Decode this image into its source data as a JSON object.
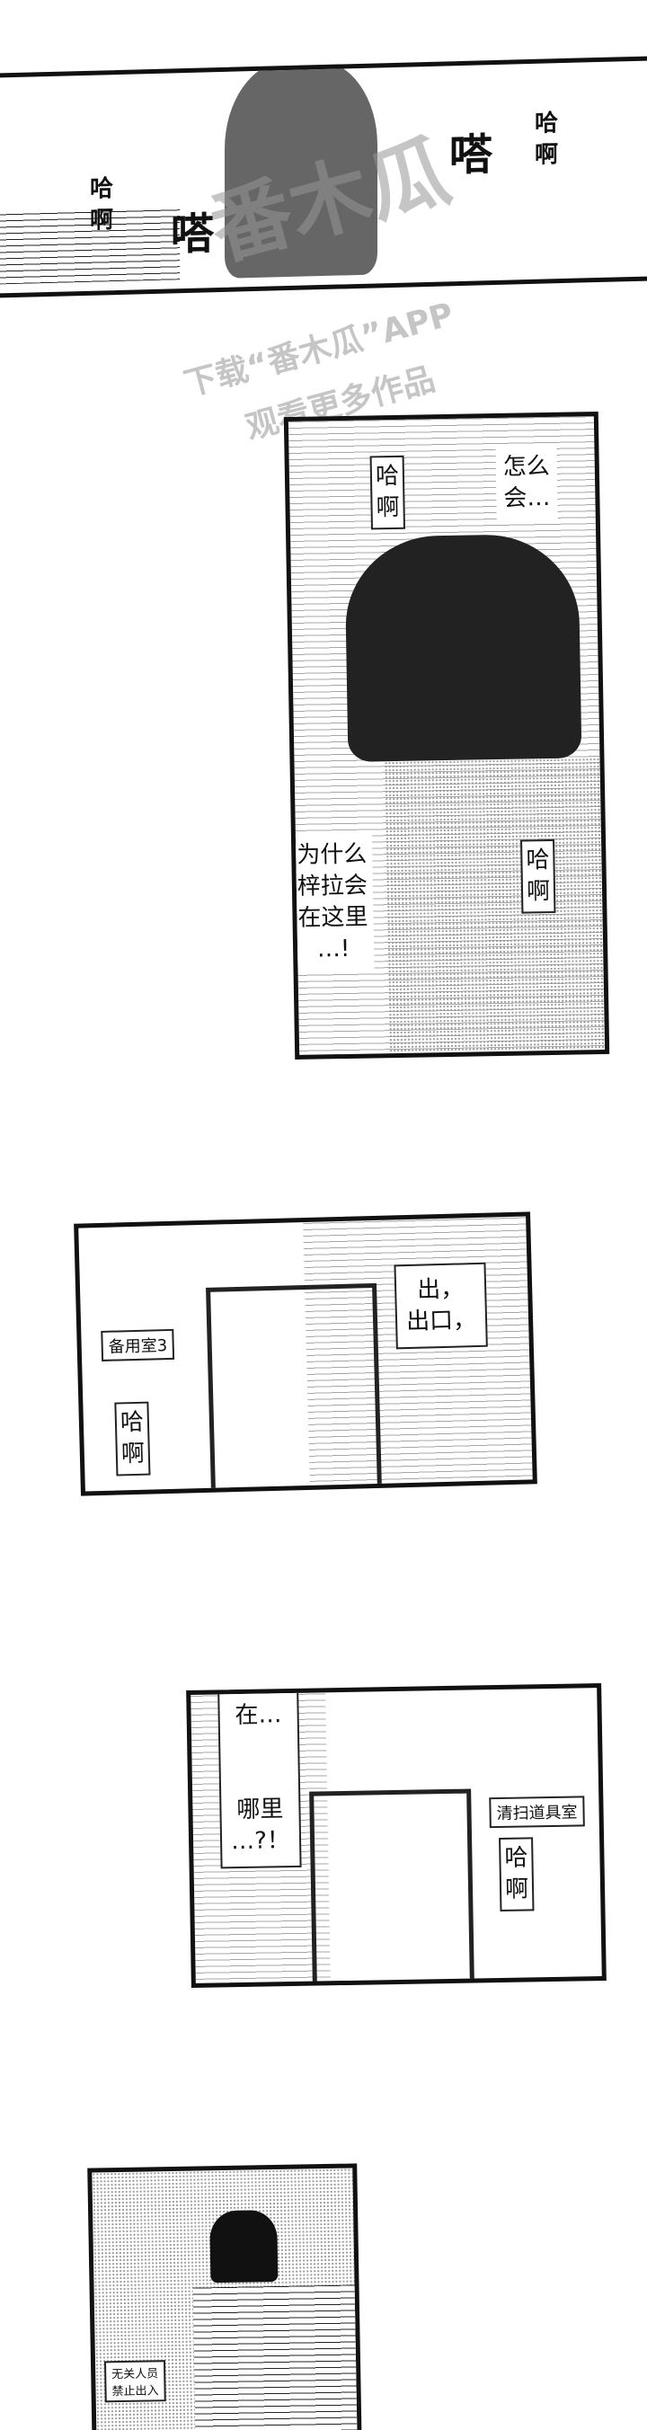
{
  "panel1": {
    "sfx_left": "嗒",
    "sfx_right": "嗒",
    "breath_left": "哈\n啊",
    "breath_right": "哈\n啊"
  },
  "watermark": {
    "logo": "番木瓜",
    "line1": "下载“番木瓜”APP",
    "line2": "观看更多作品"
  },
  "panel2": {
    "speech_top": "怎么\n会…",
    "breath_top": "哈\n啊",
    "speech_bottom": "为什么\n梓拉会\n在这里\n…!",
    "breath_bottom": "哈\n啊"
  },
  "panel3": {
    "sign": "备用室3",
    "speech": "出，\n出口，",
    "breath": "哈\n啊"
  },
  "panel4": {
    "speech": "在…\n\n\n哪里\n…?！",
    "sign": "清扫道具室",
    "breath": "哈\n啊"
  },
  "panel5": {
    "sign": "无关人员\n禁止出入"
  }
}
